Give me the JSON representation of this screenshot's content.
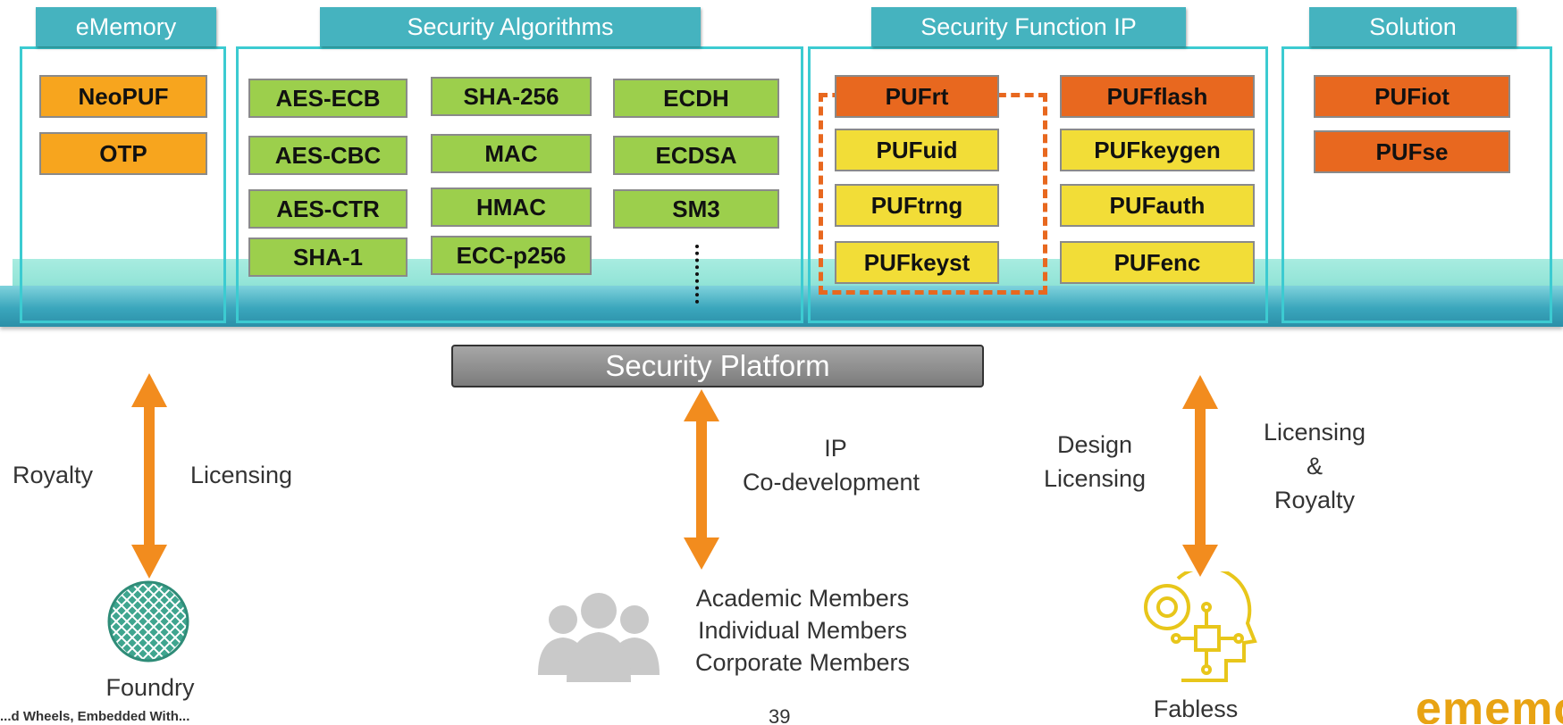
{
  "panels": {
    "ememory": {
      "title": "eMemory",
      "items": [
        "NeoPUF",
        "OTP"
      ]
    },
    "algorithms": {
      "title": "Security Algorithms",
      "col1": [
        "AES-ECB",
        "AES-CBC",
        "AES-CTR",
        "SHA-1"
      ],
      "col2": [
        "SHA-256",
        "MAC",
        "HMAC",
        "ECC-p256"
      ],
      "col3": [
        "ECDH",
        "ECDSA",
        "SM3"
      ]
    },
    "function_ip": {
      "title": "Security Function IP",
      "col1": [
        "PUFrt",
        "PUFuid",
        "PUFtrng",
        "PUFkeyst"
      ],
      "col2": [
        "PUFflash",
        "PUFkeygen",
        "PUFauth",
        "PUFenc"
      ]
    },
    "solution": {
      "title": "Solution",
      "items": [
        "PUFiot",
        "PUFse"
      ]
    }
  },
  "platform": {
    "label": "Security Platform"
  },
  "relations": {
    "foundry": {
      "left_label": "Royalty",
      "right_label": "Licensing",
      "node_label": "Foundry"
    },
    "academic": {
      "label_line1": "IP",
      "label_line2": "Co-development",
      "members": [
        "Academic Members",
        "Individual Members",
        "Corporate Members"
      ]
    },
    "fabless": {
      "left_line1": "Design",
      "left_line2": "Licensing",
      "right_line1": "Licensing",
      "right_line2": "&",
      "right_line3": "Royalty",
      "node_label": "Fabless"
    }
  },
  "footer": {
    "left_text": "...d Wheels, Embedded With...",
    "page_number": "39",
    "logo_text": "ememor"
  },
  "colors": {
    "panel_border": "#3ccbd1",
    "title_bg": "#45b3bf",
    "orange": "#f7a51e",
    "dark_orange": "#e8681f",
    "green": "#9ccf4c",
    "yellow": "#f2dd37",
    "arrow": "#f28c1e"
  }
}
